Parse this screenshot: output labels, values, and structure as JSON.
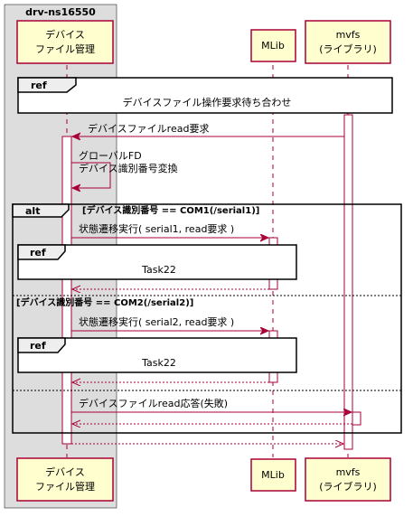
{
  "box": {
    "title": "drv-ns16550"
  },
  "participants": {
    "device": {
      "line1": "デバイス",
      "line2": "ファイル管理"
    },
    "mlib": {
      "line1": "MLib"
    },
    "mvfs": {
      "line1": "mvfs",
      "line2": "(ライブラリ)"
    }
  },
  "ref_wait": {
    "tag": "ref",
    "text": "デバイスファイル操作要求待ち合わせ"
  },
  "messages": {
    "read_request": "デバイスファイルread要求",
    "self_line1": "グローバルFD",
    "self_line2": "デバイス識別番号変換",
    "state1": "状態遷移実行( serial1, read要求 )",
    "state2": "状態遷移実行( serial2, read要求 )",
    "response": "デバイスファイルread応答(失敗)"
  },
  "alt": {
    "tag": "alt",
    "guard1": "[デバイス識別番号 == COM1(/serial1)]",
    "guard2": "[デバイス識別番号 == COM2(/serial2)]"
  },
  "ref_task1": {
    "tag": "ref",
    "text": "Task22"
  },
  "ref_task2": {
    "tag": "ref",
    "text": "Task22"
  }
}
